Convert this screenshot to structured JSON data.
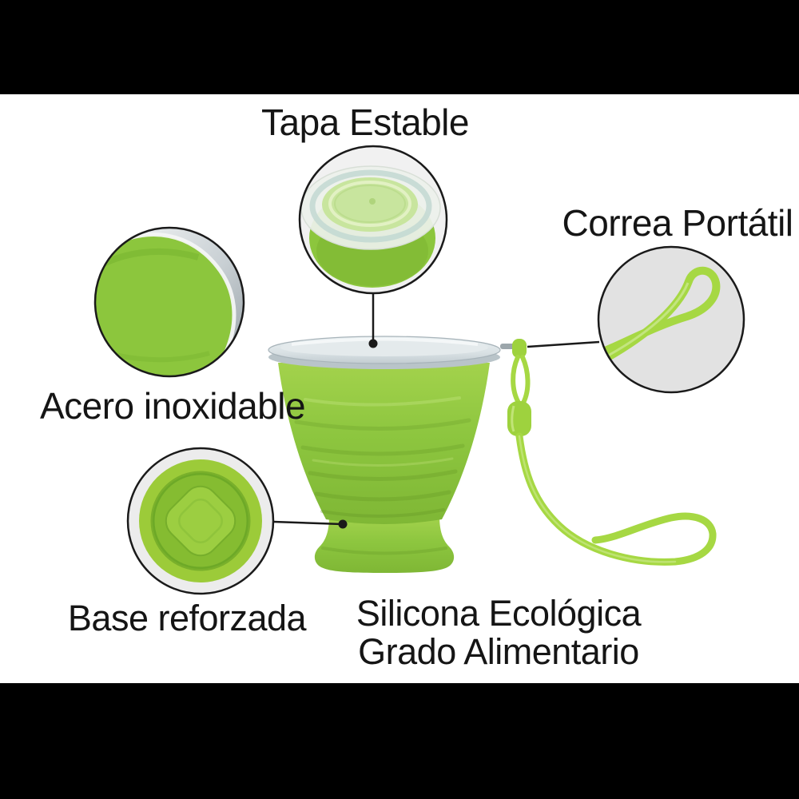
{
  "image_type": "product-feature-diagram",
  "product": "collapsible silicone travel cup",
  "labels": {
    "lid": "Tapa Estable",
    "strap": "Correa Portátil",
    "rim": "Acero inoxidable",
    "base": "Base reforzada",
    "material_line1": "Silicona Ecológica",
    "material_line2": "Grado Alimentario"
  },
  "colors": {
    "cup_green": "#8DC63F",
    "cup_green_light": "#A3D24C",
    "cup_green_dark": "#7FB735",
    "strap_green": "#A6D843",
    "lid_gray": "#D9E1E4",
    "steel_gray": "#AEB6BB",
    "inset_bg_light": "#F1F1F1",
    "inset_bg_gray": "#E2E2E2",
    "outline_black": "#1A1A1A",
    "letterbox": "#000000",
    "background": "#FFFFFF",
    "text": "#151515"
  }
}
